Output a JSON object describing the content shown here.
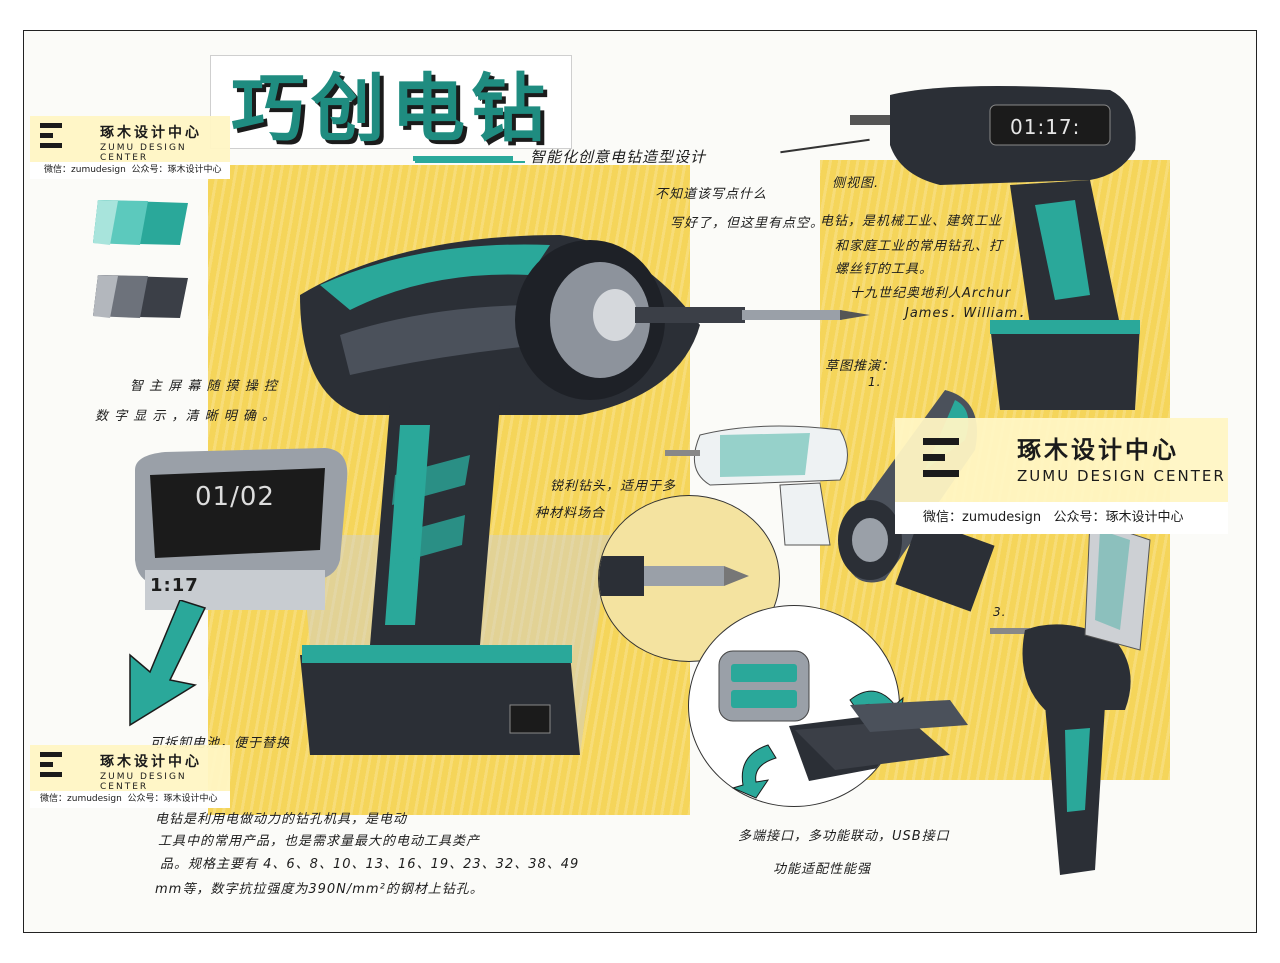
{
  "title": "巧创电钻",
  "subtitle": "智能化创意电钻造型设计",
  "badges": [
    {
      "cn": "琢木设计中心",
      "en": "ZUMU DESIGN CENTER",
      "wechat_label": "微信：",
      "wechat": "zumudesign",
      "public_label": "公众号：",
      "public": "琢木设计中心"
    },
    {
      "cn": "琢木设计中心",
      "en": "ZUMU DESIGN CENTER",
      "wechat_label": "微信：",
      "wechat": "zumudesign",
      "public_label": "公众号：",
      "public": "琢木设计中心"
    },
    {
      "cn": "琢木设计中心",
      "en": "ZUMU DESIGN CENTER",
      "wechat_label": "微信：",
      "wechat": "zumudesign",
      "public_label": "公众号：",
      "public": "琢木设计中心"
    }
  ],
  "notes": {
    "tip_top": "不知道该写点什么",
    "tip_top2": "写好了，但这里有点空。",
    "side_view": "侧视图.",
    "desc1": "电钻，是机械工业、建筑工业",
    "desc2": "和家庭工业的常用钻孔、打",
    "desc3": "螺丝钉的工具。",
    "desc4": "十九世纪奥地利人Archur",
    "desc5": "James．William．",
    "sketch": "草图推演：",
    "num1": "1.",
    "num3": "3.",
    "screen1": "智 主 屏 幕   随 摸 操 控",
    "screen2": "数 字 显 示 ，清 晰 明 确 。",
    "drill1": "锐利钻头，适用于多",
    "drill2": "种材料场合",
    "battery": "可拆卸电池，便于替换",
    "bottom1": "电钻是利用电做动力的钻孔机具，是电动",
    "bottom2": "工具中的常用产品，也是需求量最大的电动工具类产",
    "bottom3": "品。规格主要有 4、6、8、10、13、16、19、23、32、38、49",
    "bottom4": "mm等，数字抗拉强度为390N/mm²的钢材上钻孔。",
    "usb": "多端接口，多功能联动，USB接口",
    "func": "功能适配性能强",
    "display_time": "01:17:",
    "display_main": "01/02",
    "display_clock": "1:17"
  },
  "colors": {
    "teal": "#2aa89a",
    "yellow": "#f5d55a",
    "dark": "#2b2f36"
  }
}
